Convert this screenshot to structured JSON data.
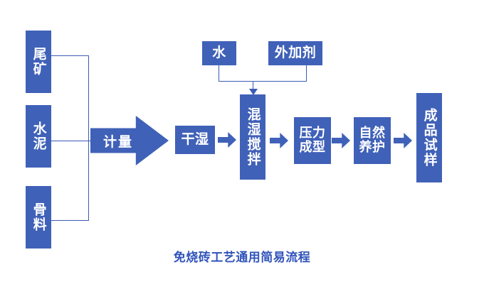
{
  "diagram": {
    "caption": "免烧砖工艺通用简易流程",
    "colors": {
      "box_fill": "#4061b8",
      "box_text": "#ffffff",
      "connector": "#3b5bb5",
      "caption_text": "#3355bb",
      "background": "#ffffff"
    },
    "inputs": [
      {
        "id": "tailings",
        "label": "尾矿"
      },
      {
        "id": "cement",
        "label": "水泥"
      },
      {
        "id": "aggregate",
        "label": "骨料"
      }
    ],
    "additives": [
      {
        "id": "water",
        "label": "水"
      },
      {
        "id": "admixture",
        "label": "外加剂"
      }
    ],
    "metering": {
      "label": "计量"
    },
    "stages": [
      {
        "id": "drywet",
        "label": "干湿"
      },
      {
        "id": "mixing",
        "label": "混湿搅拌"
      },
      {
        "id": "pressing",
        "label": "压力\n成型"
      },
      {
        "id": "curing",
        "label": "自然\n养护"
      },
      {
        "id": "product",
        "label": "成品试样"
      }
    ]
  }
}
